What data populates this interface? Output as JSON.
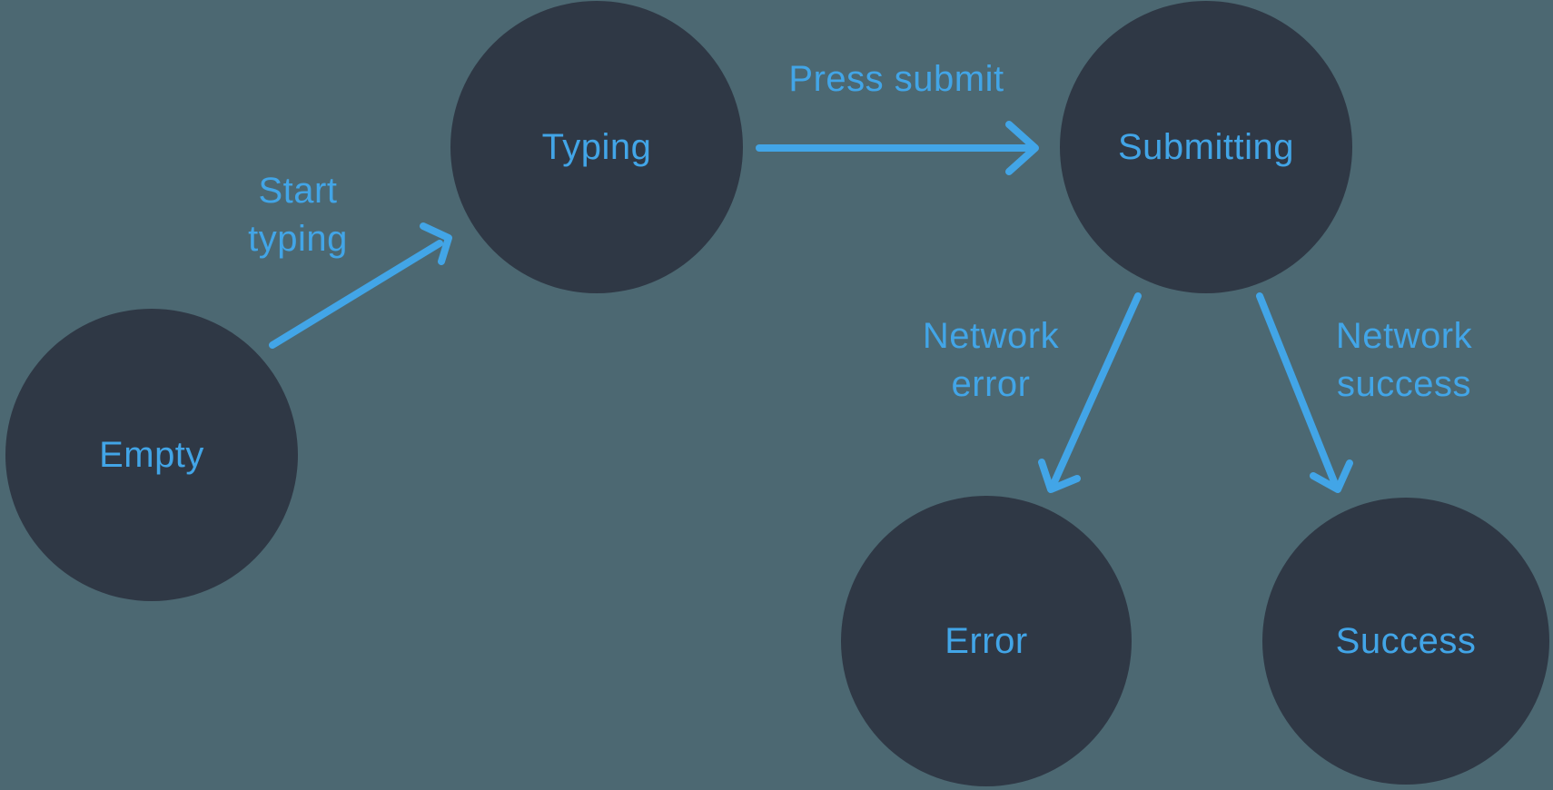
{
  "colors": {
    "background": "#4c6872",
    "node_fill": "#2f3845",
    "accent": "#42a5e7"
  },
  "diagram": {
    "type": "state-machine",
    "states": [
      {
        "id": "empty",
        "label": "Empty"
      },
      {
        "id": "typing",
        "label": "Typing"
      },
      {
        "id": "submitting",
        "label": "Submitting"
      },
      {
        "id": "error",
        "label": "Error"
      },
      {
        "id": "success",
        "label": "Success"
      }
    ],
    "transitions": [
      {
        "from": "empty",
        "to": "typing",
        "label": "Start typing"
      },
      {
        "from": "typing",
        "to": "submitting",
        "label": "Press submit"
      },
      {
        "from": "submitting",
        "to": "error",
        "label": "Network error"
      },
      {
        "from": "submitting",
        "to": "success",
        "label": "Network success"
      }
    ]
  }
}
